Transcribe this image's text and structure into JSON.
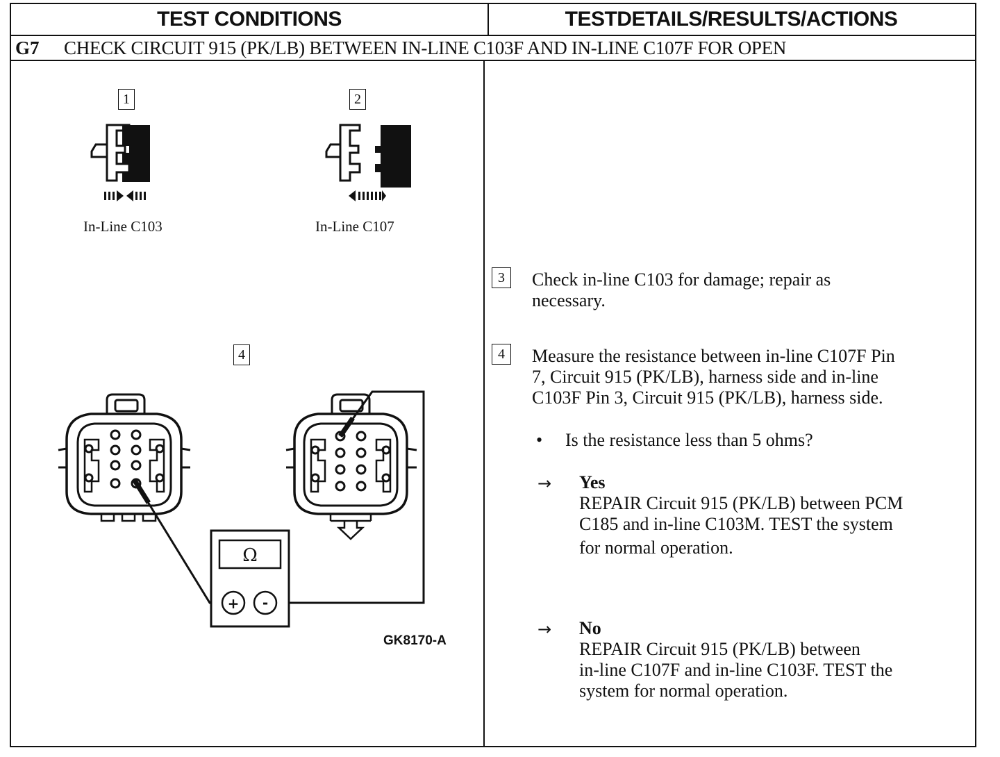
{
  "header": {
    "left": "TEST CONDITIONS",
    "right": "TESTDETAILS/RESULTS/ACTIONS"
  },
  "step": {
    "id": "G7",
    "title": "CHECK CIRCUIT 915 (PK/LB) BETWEEN IN-LINE C103F AND IN-LINE C107F FOR OPEN"
  },
  "diagram": {
    "callout_1": "1",
    "callout_2": "2",
    "callout_4": "4",
    "caption_1": "In-Line C103",
    "caption_2": "In-Line C107",
    "meter_symbol": "Ω",
    "meter_plus": "+",
    "meter_minus": "-",
    "ref_code": "GK8170-A",
    "icons": [
      "connector-connect-icon",
      "connector-disconnect-icon",
      "connector-face-icon",
      "ohmmeter-icon"
    ]
  },
  "details": {
    "step3": {
      "num": "3",
      "line1": "Check in-line C103 for damage; repair as",
      "line2": "necessary."
    },
    "step4": {
      "num": "4",
      "line1": "Measure the resistance between in-line C107F Pin",
      "line2": "7, Circuit 915 (PK/LB), harness side and in-line",
      "line3": "C103F Pin 3, Circuit 915 (PK/LB), harness side."
    },
    "question": "Is the resistance less than 5 ohms?",
    "bullet": "•",
    "arrow": "→",
    "yes": {
      "label": "Yes",
      "line1": "REPAIR Circuit 915 (PK/LB) between PCM",
      "line2": "C185 and in-line C103M. TEST the system",
      "line3": "for  normal operation."
    },
    "no": {
      "label": "No",
      "line1": "REPAIR Circuit 915 (PK/LB) between",
      "line2": "in-line C107F and in-line C103F. TEST the",
      "line3": "system for  normal operation."
    }
  }
}
